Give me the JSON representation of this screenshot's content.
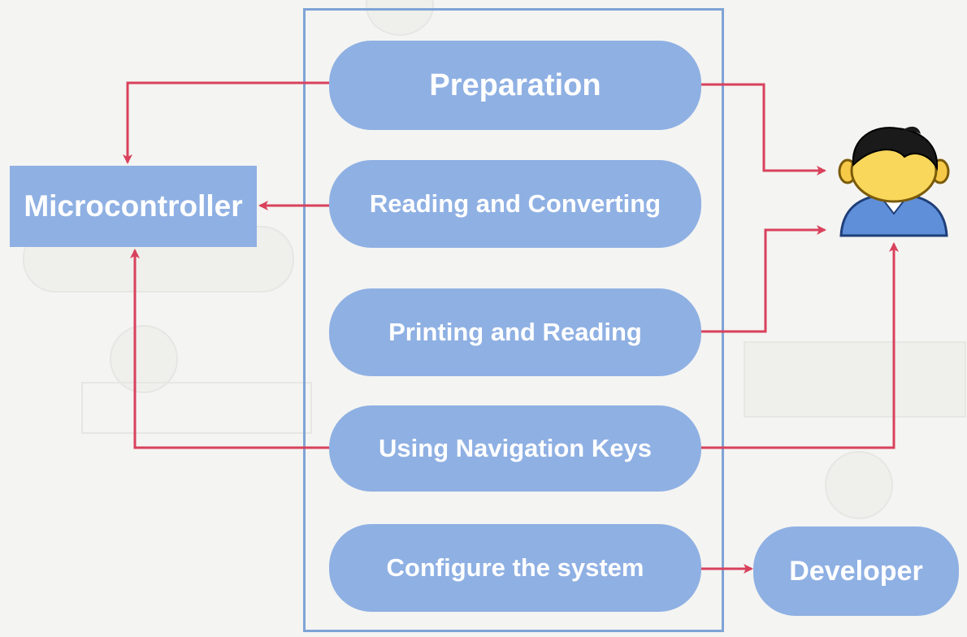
{
  "diagram": {
    "external_actors": {
      "microcontroller": "Microcontroller",
      "developer": "Developer"
    },
    "use_cases": [
      {
        "id": "preparation",
        "label": "Preparation"
      },
      {
        "id": "reading-converting",
        "label": "Reading and Converting"
      },
      {
        "id": "printing-reading",
        "label": "Printing and Reading"
      },
      {
        "id": "navigation-keys",
        "label": "Using Navigation Keys"
      },
      {
        "id": "configure-system",
        "label": "Configure the system"
      }
    ],
    "icons": {
      "user": "user-icon"
    },
    "colors": {
      "use_case_fill": "#8fb0e3",
      "system_border": "#7ea4d6",
      "connector": "#d9415c",
      "text": "#ffffff"
    }
  }
}
